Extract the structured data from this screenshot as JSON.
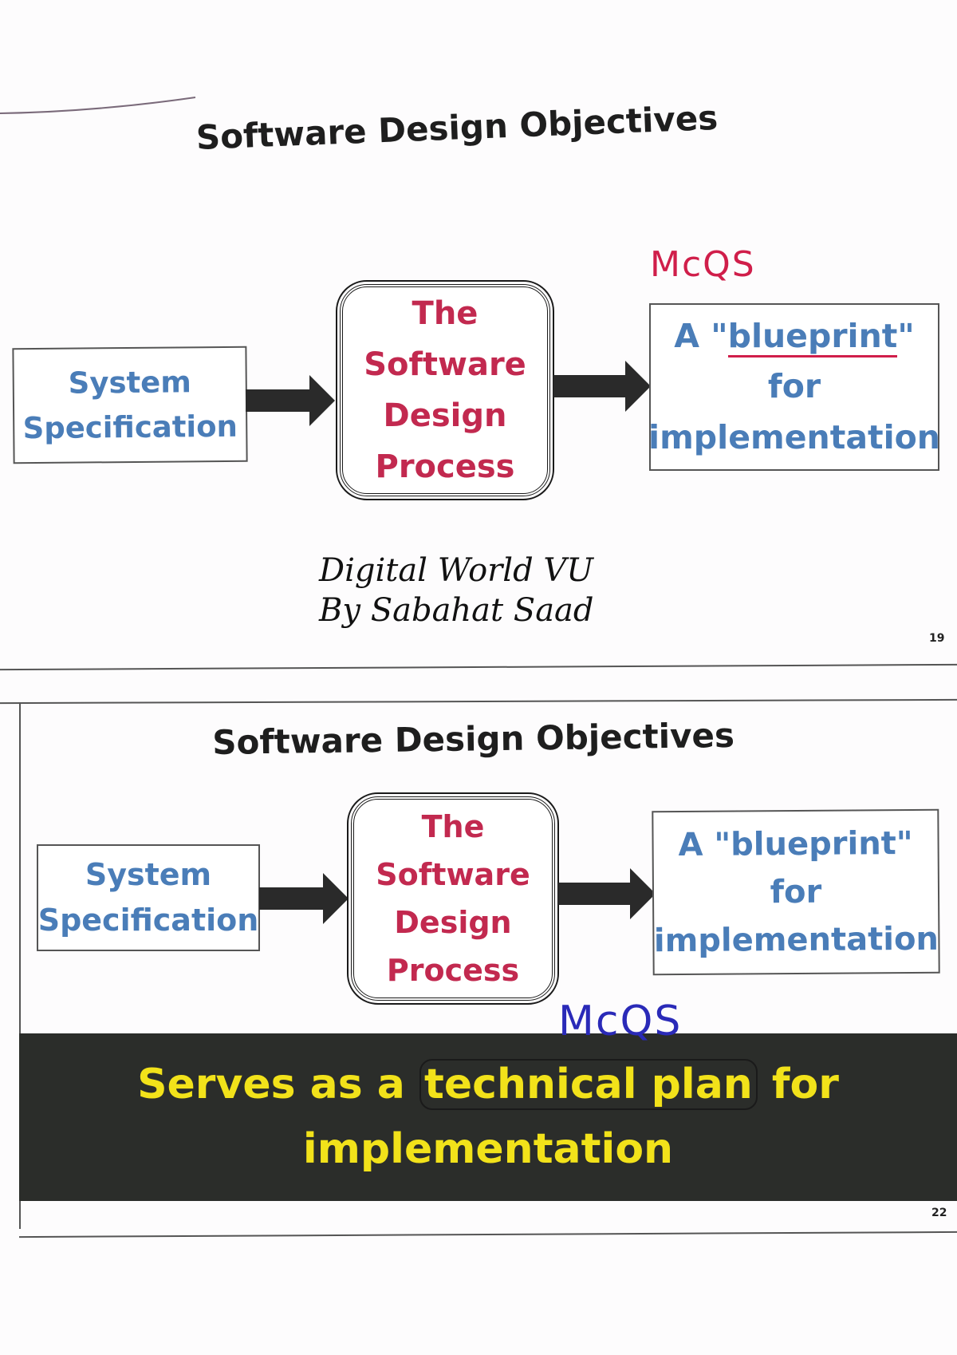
{
  "slide_top": {
    "title": "Software Design Objectives",
    "input_box": {
      "line1": "System",
      "line2": "Specification"
    },
    "process_box": {
      "lines": [
        "The",
        "Software",
        "Design",
        "Process"
      ]
    },
    "output_box": {
      "line1_prefix": "A \"",
      "line1_word": "blueprint",
      "line1_suffix": "\"",
      "line2": "for",
      "line3": "implementation"
    },
    "annotation_mcqs": "McQS",
    "handwritten_note": {
      "line1": "Digital World VU",
      "line2": "By  Sabahat Saad"
    },
    "page_number": "19"
  },
  "slide_bottom": {
    "title": "Software Design Objectives",
    "input_box": {
      "line1": "System",
      "line2": "Specification"
    },
    "process_box": {
      "lines": [
        "The",
        "Software",
        "Design",
        "Process"
      ]
    },
    "output_box": {
      "line1": "A \"blueprint\"",
      "line2": "for",
      "line3": "implementation"
    },
    "annotation_mcqs": "McQS",
    "banner": {
      "line1_pre": "Serves as a ",
      "line1_circled": "technical plan",
      "line1_post": " for",
      "line2": "implementation"
    },
    "page_number": "22"
  },
  "colors": {
    "box_text_blue": "#4a7db8",
    "process_text_red": "#c2294f",
    "banner_bg": "#2b2d2a",
    "banner_text": "#f2e21a",
    "annotation_red": "#d01e4a",
    "annotation_blue": "#2a2ab8"
  }
}
